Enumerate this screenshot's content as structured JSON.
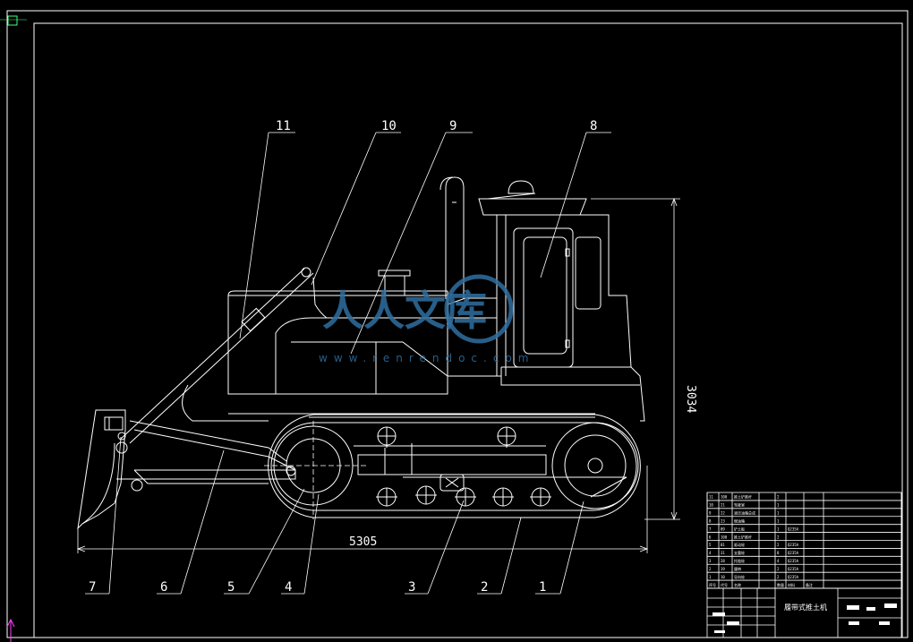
{
  "drawing": {
    "part_labels": [
      "11",
      "10",
      "9",
      "8",
      "7",
      "6",
      "5",
      "4",
      "3",
      "2",
      "1"
    ],
    "dimensions": {
      "length": "5305",
      "height": "3034"
    },
    "title_block": {
      "title": "履带式推土机"
    },
    "bom": {
      "rows": [
        [
          "11",
          "100",
          "推土铲推杆",
          "2",
          "",
          ""
        ],
        [
          "10",
          "21",
          "驾驶室",
          "1",
          "",
          ""
        ],
        [
          "9",
          "22",
          "液压油箱总成",
          "1",
          "",
          ""
        ],
        [
          "8",
          "23",
          "燃油箱",
          "1",
          "",
          ""
        ],
        [
          "7",
          "09",
          "铲土板",
          "1",
          "Q235A",
          ""
        ],
        [
          "6",
          "100",
          "推土铲推杆",
          "2",
          "",
          ""
        ],
        [
          "5",
          "01",
          "驱动轮",
          "2",
          "Q235A",
          ""
        ],
        [
          "4",
          "31",
          "支重轮",
          "8",
          "Q235A",
          ""
        ],
        [
          "3",
          "28",
          "托链轮",
          "4",
          "Q235A",
          ""
        ],
        [
          "2",
          "19",
          "履带",
          "2",
          "Q235A",
          ""
        ],
        [
          "1",
          "10",
          "导向轮",
          "2",
          "Q235A",
          ""
        ]
      ],
      "header": [
        "序号",
        "代号",
        "名称",
        "数量",
        "材料",
        "备注"
      ]
    },
    "watermark": {
      "text": "人人文库",
      "url": "www.renrendoc.com"
    },
    "colors": {
      "background": "#000000",
      "lines": "#ffffff",
      "watermark": "#2f6fa0",
      "ucs": "#ff40ff",
      "corner": "#40ff80"
    }
  }
}
